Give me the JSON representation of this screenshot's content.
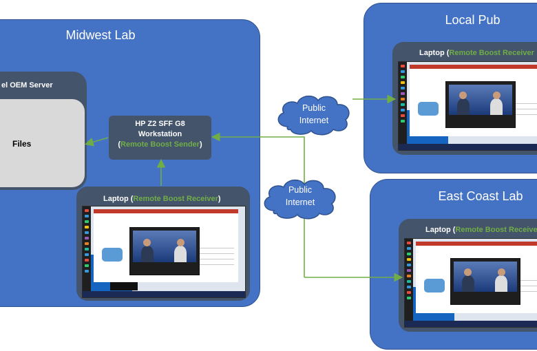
{
  "colors": {
    "region_fill": "#4472c4",
    "node_fill": "#44546a",
    "files_fill": "#d9d9d9",
    "link_green": "#70ad47",
    "cloud_fill": "#4472c4"
  },
  "regions": {
    "midwest": {
      "title": "Midwest Lab"
    },
    "pub": {
      "title": "Local Pub"
    },
    "eastcoast": {
      "title": "East Coast Lab"
    }
  },
  "server": {
    "title": "el OEM Server",
    "files_label": "Files"
  },
  "workstation": {
    "line1": "HP Z2 SFF G8",
    "line2": "Workstation",
    "open_paren": "(",
    "role": "Remote Boost Sender",
    "close_paren": ")"
  },
  "laptops": {
    "midwest": {
      "prefix": "Laptop (",
      "role": "Remote Boost Receiver",
      "suffix": ")"
    },
    "pub": {
      "prefix": "Laptop (",
      "role": "Remote Boost Receiver",
      "suffix": ""
    },
    "eastcoast": {
      "prefix": "Laptop (",
      "role": "Remote Boost Receiver",
      "suffix": ""
    }
  },
  "clouds": {
    "top": {
      "line1": "Public",
      "line2": "Internet"
    },
    "bottom": {
      "line1": "Public",
      "line2": "Internet"
    }
  }
}
